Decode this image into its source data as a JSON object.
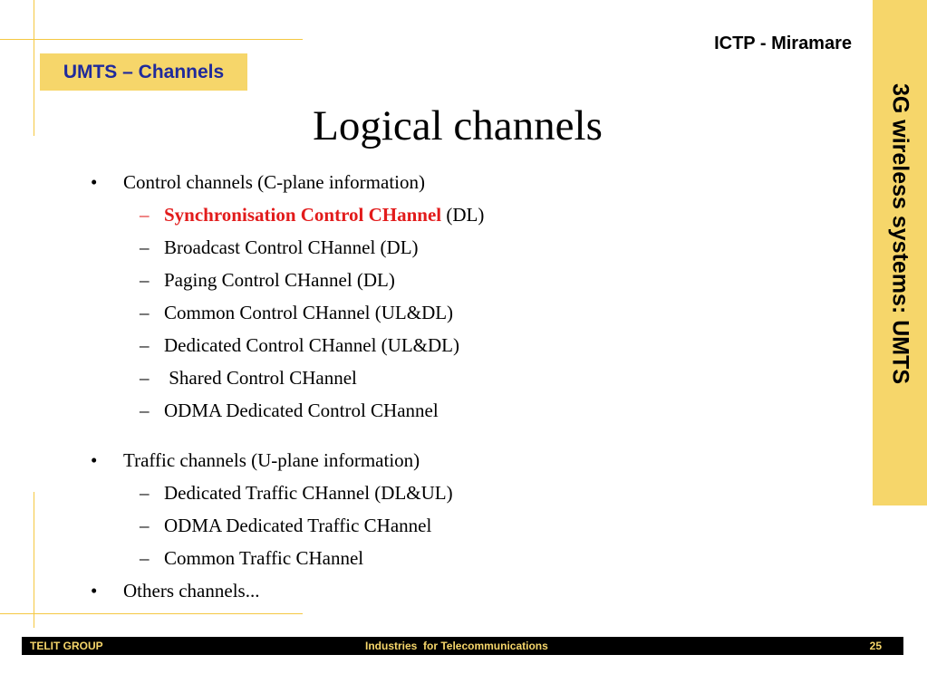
{
  "header": {
    "section_tag": "UMTS – Channels",
    "organization": "ICTP - Miramare"
  },
  "sidebar": {
    "vertical_title": "3G wireless systems: UMTS"
  },
  "slide": {
    "title": "Logical channels",
    "bullet_marker": "•",
    "sub_marker": "–",
    "control": {
      "heading": "Control channels (C-plane information)",
      "items": [
        {
          "highlight": "Synchronisation Control CHannel",
          "rest": " (DL)"
        },
        {
          "text": "Broadcast Control CHannel (DL)"
        },
        {
          "text": "Paging Control CHannel  (DL)"
        },
        {
          "text": "Common Control CHannel (UL&DL)"
        },
        {
          "text": "Dedicated Control CHannel (UL&DL)"
        },
        {
          "text": " Shared Control CHannel"
        },
        {
          "text": "ODMA Dedicated Control CHannel"
        }
      ]
    },
    "traffic": {
      "heading": "Traffic channels (U-plane information)",
      "items": [
        {
          "text": "Dedicated Traffic CHannel (DL&UL)"
        },
        {
          "text": "ODMA Dedicated Traffic CHannel"
        },
        {
          "text": "Common Traffic CHannel"
        }
      ]
    },
    "others": "Others channels..."
  },
  "footer": {
    "left": "TELIT GROUP",
    "center": "Industries  for Telecommunications",
    "page_number": "25"
  },
  "colors": {
    "accent_yellow": "#f6d66a",
    "rule_yellow": "#f5c842",
    "tag_text_blue": "#1f2a9c",
    "highlight_red": "#e21b1b"
  }
}
